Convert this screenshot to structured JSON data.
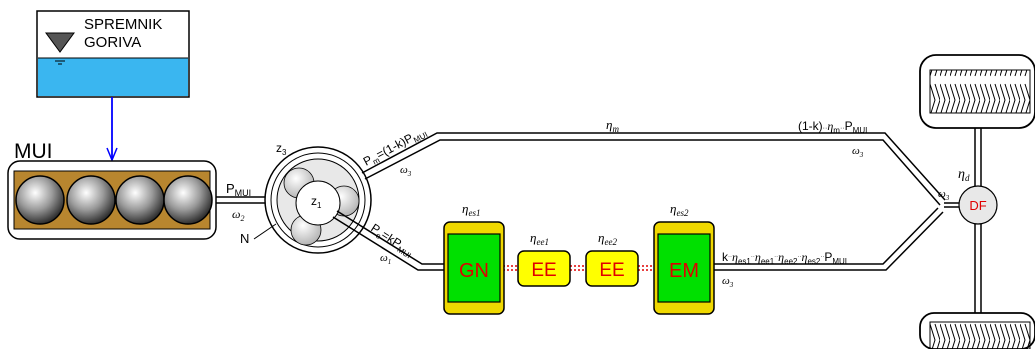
{
  "tank": {
    "line1": "SPREMNIK",
    "line2": "GORIVA"
  },
  "engine": {
    "label": "MUI"
  },
  "gear": {
    "z3": "z",
    "z3_sub": "3",
    "z1": "z",
    "z1_sub": "1",
    "n_label": "N"
  },
  "shaft_in": {
    "power": "P",
    "power_sub": "MUI",
    "omega": "ω",
    "omega_sub": "2"
  },
  "mech_branch": {
    "power_expr": "P",
    "power_sub": "m",
    "power_rest": "=(1-k)P",
    "power_rest_sub": "MUI",
    "omega": "ω",
    "omega_sub": "3",
    "eta": "η",
    "eta_sub": "m",
    "out_expr_a": "(1-k)",
    "out_dot": "··",
    "out_eta": "η",
    "out_eta_sub": "m",
    "out_p": "P",
    "out_p_sub": "MUI",
    "out_omega": "ω",
    "out_omega_sub": "3"
  },
  "elec_branch": {
    "power_expr": "P",
    "power_sub": "e",
    "power_rest": "=kP",
    "power_rest_sub": "MUI",
    "omega": "ω",
    "omega_sub": "1",
    "out_k": "k",
    "out_eta1": "η",
    "out_eta1_sub": "es1",
    "out_eta2": "η",
    "out_eta2_sub": "ee1",
    "out_eta3": "η",
    "out_eta3_sub": "ee2",
    "out_eta4": "η",
    "out_eta4_sub": "es2",
    "out_p": "P",
    "out_p_sub": "MUI",
    "out_omega": "ω",
    "out_omega_sub": "3"
  },
  "blocks": {
    "gn": {
      "label": "GN",
      "eta": "η",
      "eta_sub": "es1"
    },
    "ee1": {
      "label": "EE",
      "eta": "η",
      "eta_sub": "ee1"
    },
    "ee2": {
      "label": "EE",
      "eta": "η",
      "eta_sub": "ee2"
    },
    "em": {
      "label": "EM",
      "eta": "η",
      "eta_sub": "es2"
    }
  },
  "differential": {
    "label": "DF",
    "eta": "η",
    "eta_sub": "d",
    "omega": "ω",
    "omega_sub": "3"
  },
  "colors": {
    "fuel": "#3ab6f0",
    "engine_body": "#b8862f",
    "machine_green": "#00e000",
    "machine_yellow": "#f0d800",
    "converter_yellow": "#ffff00",
    "label_red": "#e00000",
    "fuel_pipe": "#0000ff"
  }
}
